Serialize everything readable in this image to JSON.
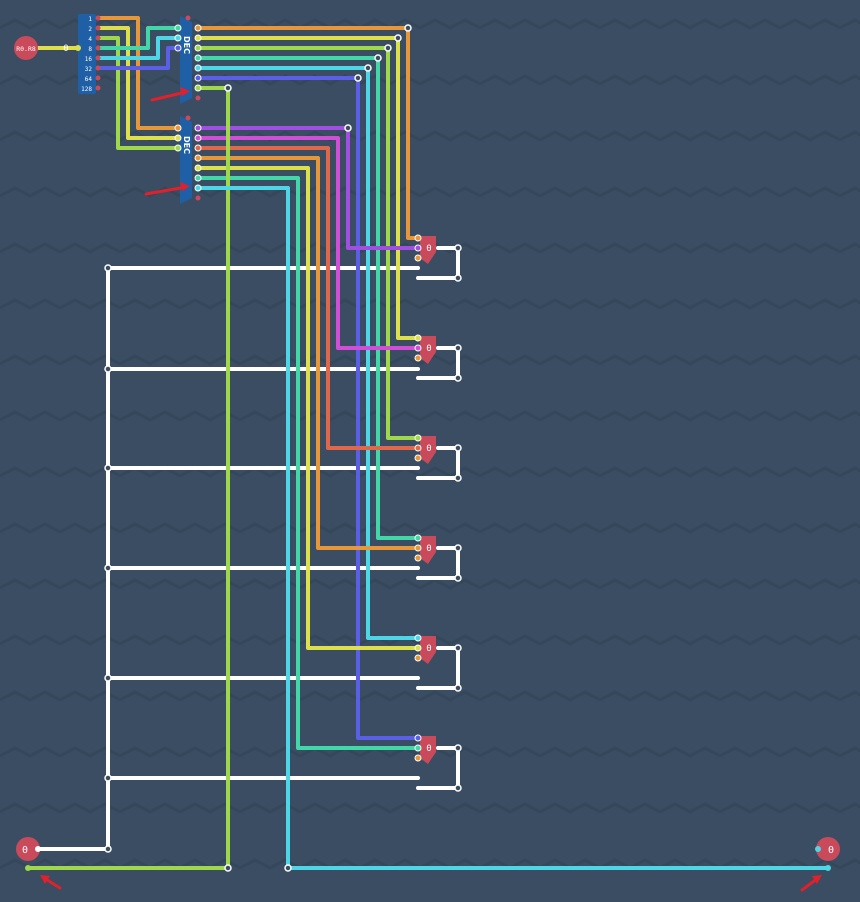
{
  "colors": {
    "background": "#3a4d63",
    "wave": "#34475b",
    "node": "#c94a5a",
    "splitter": "#1f5fa6",
    "decoder": "#1f5fa6",
    "white": "#ffffff",
    "orange": "#e6973a",
    "yellow": "#dde04a",
    "lime": "#9fd84a",
    "teal": "#43d6a6",
    "cyan": "#4fd6e6",
    "blue": "#5a5fe6",
    "purple": "#a04fe0",
    "magenta": "#d04fd6",
    "red_orange": "#e0684a",
    "arrow": "#e0202a"
  },
  "input_node": {
    "label": "R0.R8",
    "value": "0"
  },
  "splitter": {
    "bits": [
      "1",
      "2",
      "4",
      "8",
      "16",
      "32",
      "64",
      "128"
    ]
  },
  "decoders": [
    {
      "label": "DEC"
    },
    {
      "label": "DEC"
    }
  ],
  "registers": [
    {
      "value": "0"
    },
    {
      "value": "0"
    },
    {
      "value": "0"
    },
    {
      "value": "0"
    },
    {
      "value": "0"
    },
    {
      "value": "0"
    }
  ],
  "bottom_nodes": [
    {
      "value": "0"
    },
    {
      "value": "0"
    }
  ]
}
